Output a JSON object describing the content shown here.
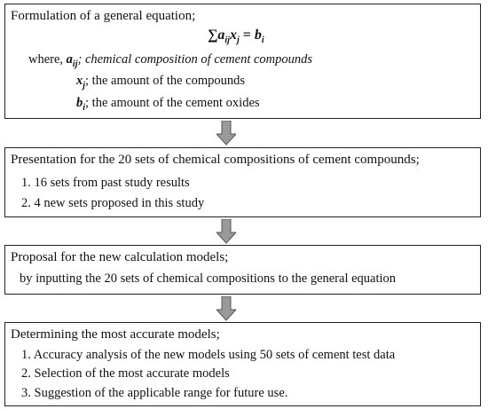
{
  "box1": {
    "title": "Formulation of a general equation;",
    "equation_sum": "∑",
    "equation_a": "a",
    "equation_a_sub": "ij",
    "equation_x": "x",
    "equation_x_sub": "j",
    "equation_eq": " = ",
    "equation_b": "b",
    "equation_b_sub": "i",
    "where": "where,",
    "a_var": "a",
    "a_sub": "ij",
    "a_desc": "; chemical composition of cement compounds",
    "x_var": "x",
    "x_sub": "j",
    "x_desc": "; the amount of the compounds",
    "b_var": "b",
    "b_sub": "i",
    "b_desc": "; the amount of the cement oxides"
  },
  "box2": {
    "title": "Presentation for the 20 sets of chemical compositions of cement compounds;",
    "items": [
      "1. 16 sets from past study results",
      "2. 4 new sets proposed in this study"
    ]
  },
  "box3": {
    "title": "Proposal for the new calculation models;",
    "sub": "by inputting the 20 sets of chemical compositions to the general equation"
  },
  "box4": {
    "title": "Determining the most accurate models;",
    "items": [
      "1. Accuracy analysis of the new models using 50 sets of cement test data",
      "2. Selection of the most accurate models",
      "3. Suggestion of the applicable range for future use."
    ]
  }
}
